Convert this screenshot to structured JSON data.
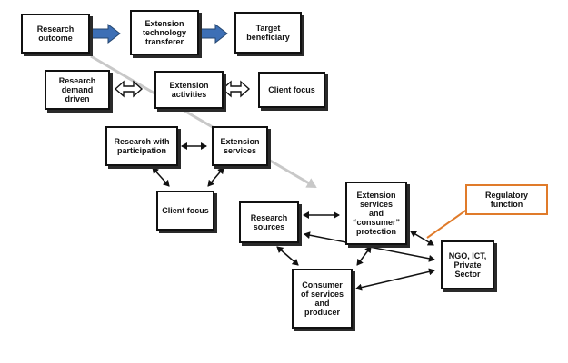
{
  "colors": {
    "box_border": "#111111",
    "flow_arrow_fill": "#3d6fb5",
    "flow_arrow_stroke": "#24466f",
    "diagonal_arrow": "#c8c8c8",
    "regulatory": "#e07b2a"
  },
  "boxes": {
    "research_outcome": "Research\noutcome",
    "extension_transferer": "Extension\ntechnology\ntransferer",
    "target_beneficiary": "Target\nbeneficiary",
    "research_demand": "Research\ndemand\ndriven",
    "extension_activities": "Extension\nactivities",
    "client_focus_top": "Client focus",
    "research_participation": "Research with\nparticipation",
    "extension_services": "Extension\nservices",
    "client_focus_mid": "Client focus",
    "research_sources": "Research\nsources",
    "extension_consumer": "Extension\nservices\nand\n“consumer”\nprotection",
    "regulatory_function": "Regulatory\nfunction",
    "ngo_ict": "NGO, ICT,\nPrivate\nSector",
    "consumer_producer": "Consumer\nof services\nand\nproducer"
  }
}
